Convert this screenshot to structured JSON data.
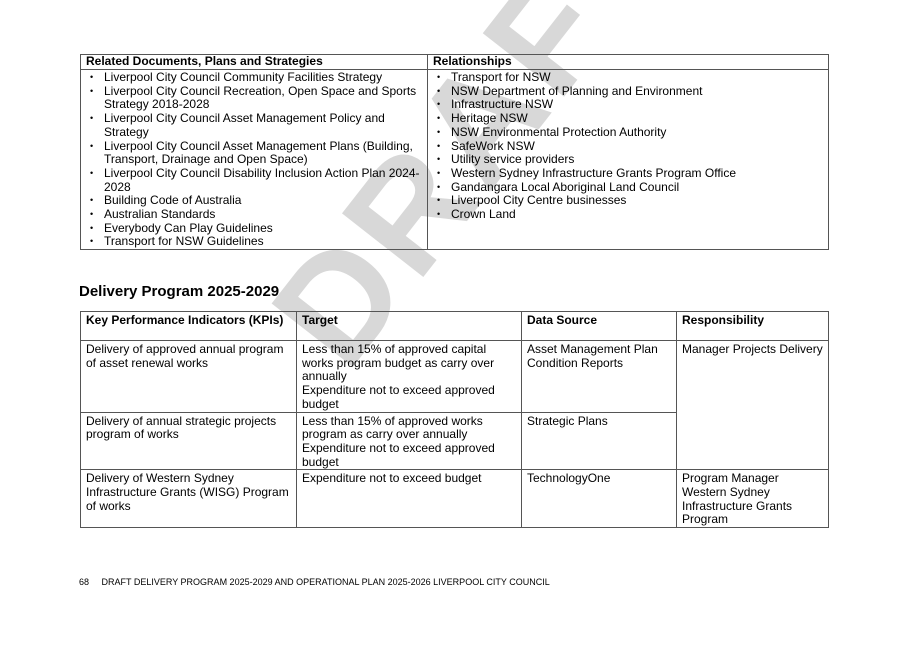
{
  "watermark": "DRAFT",
  "related": {
    "header_docs": "Related Documents, Plans and Strategies",
    "header_rel": "Relationships",
    "docs": [
      "Liverpool City Council Community Facilities Strategy",
      "Liverpool City Council Recreation, Open Space and Sports Strategy 2018-2028",
      "Liverpool City Council Asset Management Policy and Strategy",
      "Liverpool City Council Asset Management Plans (Building, Transport, Drainage and Open Space)",
      "Liverpool City Council Disability Inclusion Action Plan 2024-2028",
      "Building Code of Australia",
      "Australian Standards",
      "Everybody Can Play Guidelines",
      "Transport for NSW Guidelines"
    ],
    "relationships": [
      "Transport for NSW",
      "NSW Department of Planning and Environment",
      "Infrastructure NSW",
      "Heritage NSW",
      "NSW Environmental Protection Authority",
      "SafeWork NSW",
      "Utility service providers",
      "Western Sydney Infrastructure Grants Program Office",
      "Gandangara Local Aboriginal Land Council",
      "Liverpool City Centre businesses",
      "Crown Land"
    ]
  },
  "section_title": "Delivery Program 2025-2029",
  "kpi": {
    "headers": [
      "Key Performance Indicators (KPIs)",
      "Target",
      "Data Source",
      "Responsibility"
    ],
    "rows": [
      {
        "kpi": "Delivery of approved annual program of asset renewal works",
        "target": [
          "Less than 15% of approved capital works program budget as carry over annually",
          "Expenditure not to exceed approved budget"
        ],
        "source": "Asset Management Plan Condition Reports"
      },
      {
        "kpi": "Delivery of annual strategic projects program of works",
        "target": [
          "Less than 15% of approved works program as carry over annually",
          "Expenditure not to exceed approved budget"
        ],
        "source": "Strategic Plans"
      },
      {
        "kpi": "Delivery of Western Sydney Infrastructure Grants (WISG) Program of works",
        "target": [
          "Expenditure not to exceed budget"
        ],
        "source": "TechnologyOne",
        "responsibility": "Program Manager Western Sydney Infrastructure Grants Program"
      }
    ],
    "responsibility_shared": "Manager Projects Delivery"
  },
  "footer": {
    "page_number": "68",
    "text": "DRAFT DELIVERY PROGRAM 2025-2029 AND OPERATIONAL PLAN 2025-2026 LIVERPOOL CITY COUNCIL"
  }
}
